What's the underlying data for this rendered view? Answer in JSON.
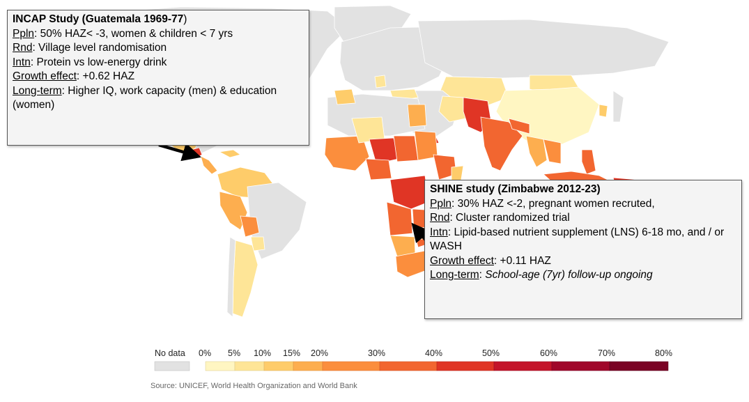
{
  "colors": {
    "no_data": "#e2e2e2",
    "c0": "#fff6c2",
    "c5": "#fee597",
    "c10": "#fecc6a",
    "c15": "#fdae4f",
    "c20": "#fb8e3d",
    "c30": "#f26630",
    "c40": "#e03525",
    "c50": "#c4142a",
    "c60": "#a0062a",
    "c70": "#7a0324",
    "ocean": "#ffffff",
    "box_bg": "#f4f4f4",
    "arrow": "#000000"
  },
  "incap_box": {
    "title": "INCAP Study (Guatemala 1969-77",
    "title_paren": ")",
    "lines": [
      {
        "label": "Ppln",
        "text": ": 50% HAZ< -3, women & children < 7 yrs"
      },
      {
        "label": "Rnd",
        "text": ": Village level randomisation"
      },
      {
        "label": "Intn",
        "text": ": Protein vs low-energy drink"
      },
      {
        "label": "Growth effect",
        "text": ": +0.62 HAZ"
      },
      {
        "label": "Long-term",
        "text": ": Higher IQ, work capacity (men) & education (women)"
      }
    ]
  },
  "shine_box": {
    "title": "SHINE study (Zimbabwe 2012-23)",
    "lines": [
      {
        "label": "Ppln",
        "text": ": 30% HAZ <-2, pregnant women recruted,"
      },
      {
        "label": "Rnd",
        "text": ": Cluster randomized trial"
      },
      {
        "label": "Intn",
        "text": ": Lipid-based nutrient supplement (LNS) 6-18 mo, and / or WASH"
      },
      {
        "label": "Growth effect",
        "text": ": +0.11 HAZ"
      },
      {
        "label": "Long-term",
        "text": ": ",
        "italic": "School-age (7yr) follow-up ongoing"
      }
    ]
  },
  "legend": {
    "no_data_label": "No data",
    "ticks": [
      "0%",
      "5%",
      "10%",
      "15%",
      "20%",
      "30%",
      "40%",
      "50%",
      "60%",
      "70%",
      "80%"
    ]
  },
  "source": "Source: UNICEF, World Health Organization and World Bank"
}
